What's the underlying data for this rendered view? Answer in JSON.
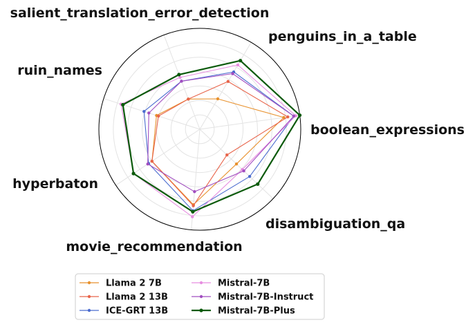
{
  "chart_data": {
    "type": "radar",
    "axes": [
      "boolean_expressions",
      "penguins_in_a_table",
      "salient_translation_error_detection",
      "ruin_names",
      "hyperbaton",
      "movie_recommendation",
      "disambiguation_qa"
    ],
    "rlim": [
      0,
      1
    ],
    "grid": true,
    "legend_position": "bottom",
    "series": [
      {
        "name": "Llama 2 7B",
        "color": "#e8912d",
        "values": [
          0.84,
          0.35,
          0.32,
          0.45,
          0.57,
          0.75,
          0.5
        ]
      },
      {
        "name": "Llama 2 13B",
        "color": "#e8644a",
        "values": [
          0.88,
          0.55,
          0.32,
          0.43,
          0.57,
          0.76,
          0.37
        ]
      },
      {
        "name": "ICE-GRT 13B",
        "color": "#4b6ccf",
        "values": [
          0.94,
          0.66,
          0.51,
          0.58,
          0.61,
          0.81,
          0.68
        ]
      },
      {
        "name": "Mistral-7B",
        "color": "#e68ee0",
        "values": [
          0.96,
          0.74,
          0.55,
          0.82,
          0.79,
          0.87,
          0.58
        ]
      },
      {
        "name": "Mistral-7B-Instruct",
        "color": "#a14ec0",
        "values": [
          0.94,
          0.64,
          0.51,
          0.53,
          0.62,
          0.62,
          0.6
        ]
      },
      {
        "name": "Mistral-7B-Plus",
        "color": "#0b5a0b",
        "values": [
          1.0,
          0.79,
          0.58,
          0.8,
          0.79,
          0.82,
          0.79
        ]
      }
    ]
  }
}
